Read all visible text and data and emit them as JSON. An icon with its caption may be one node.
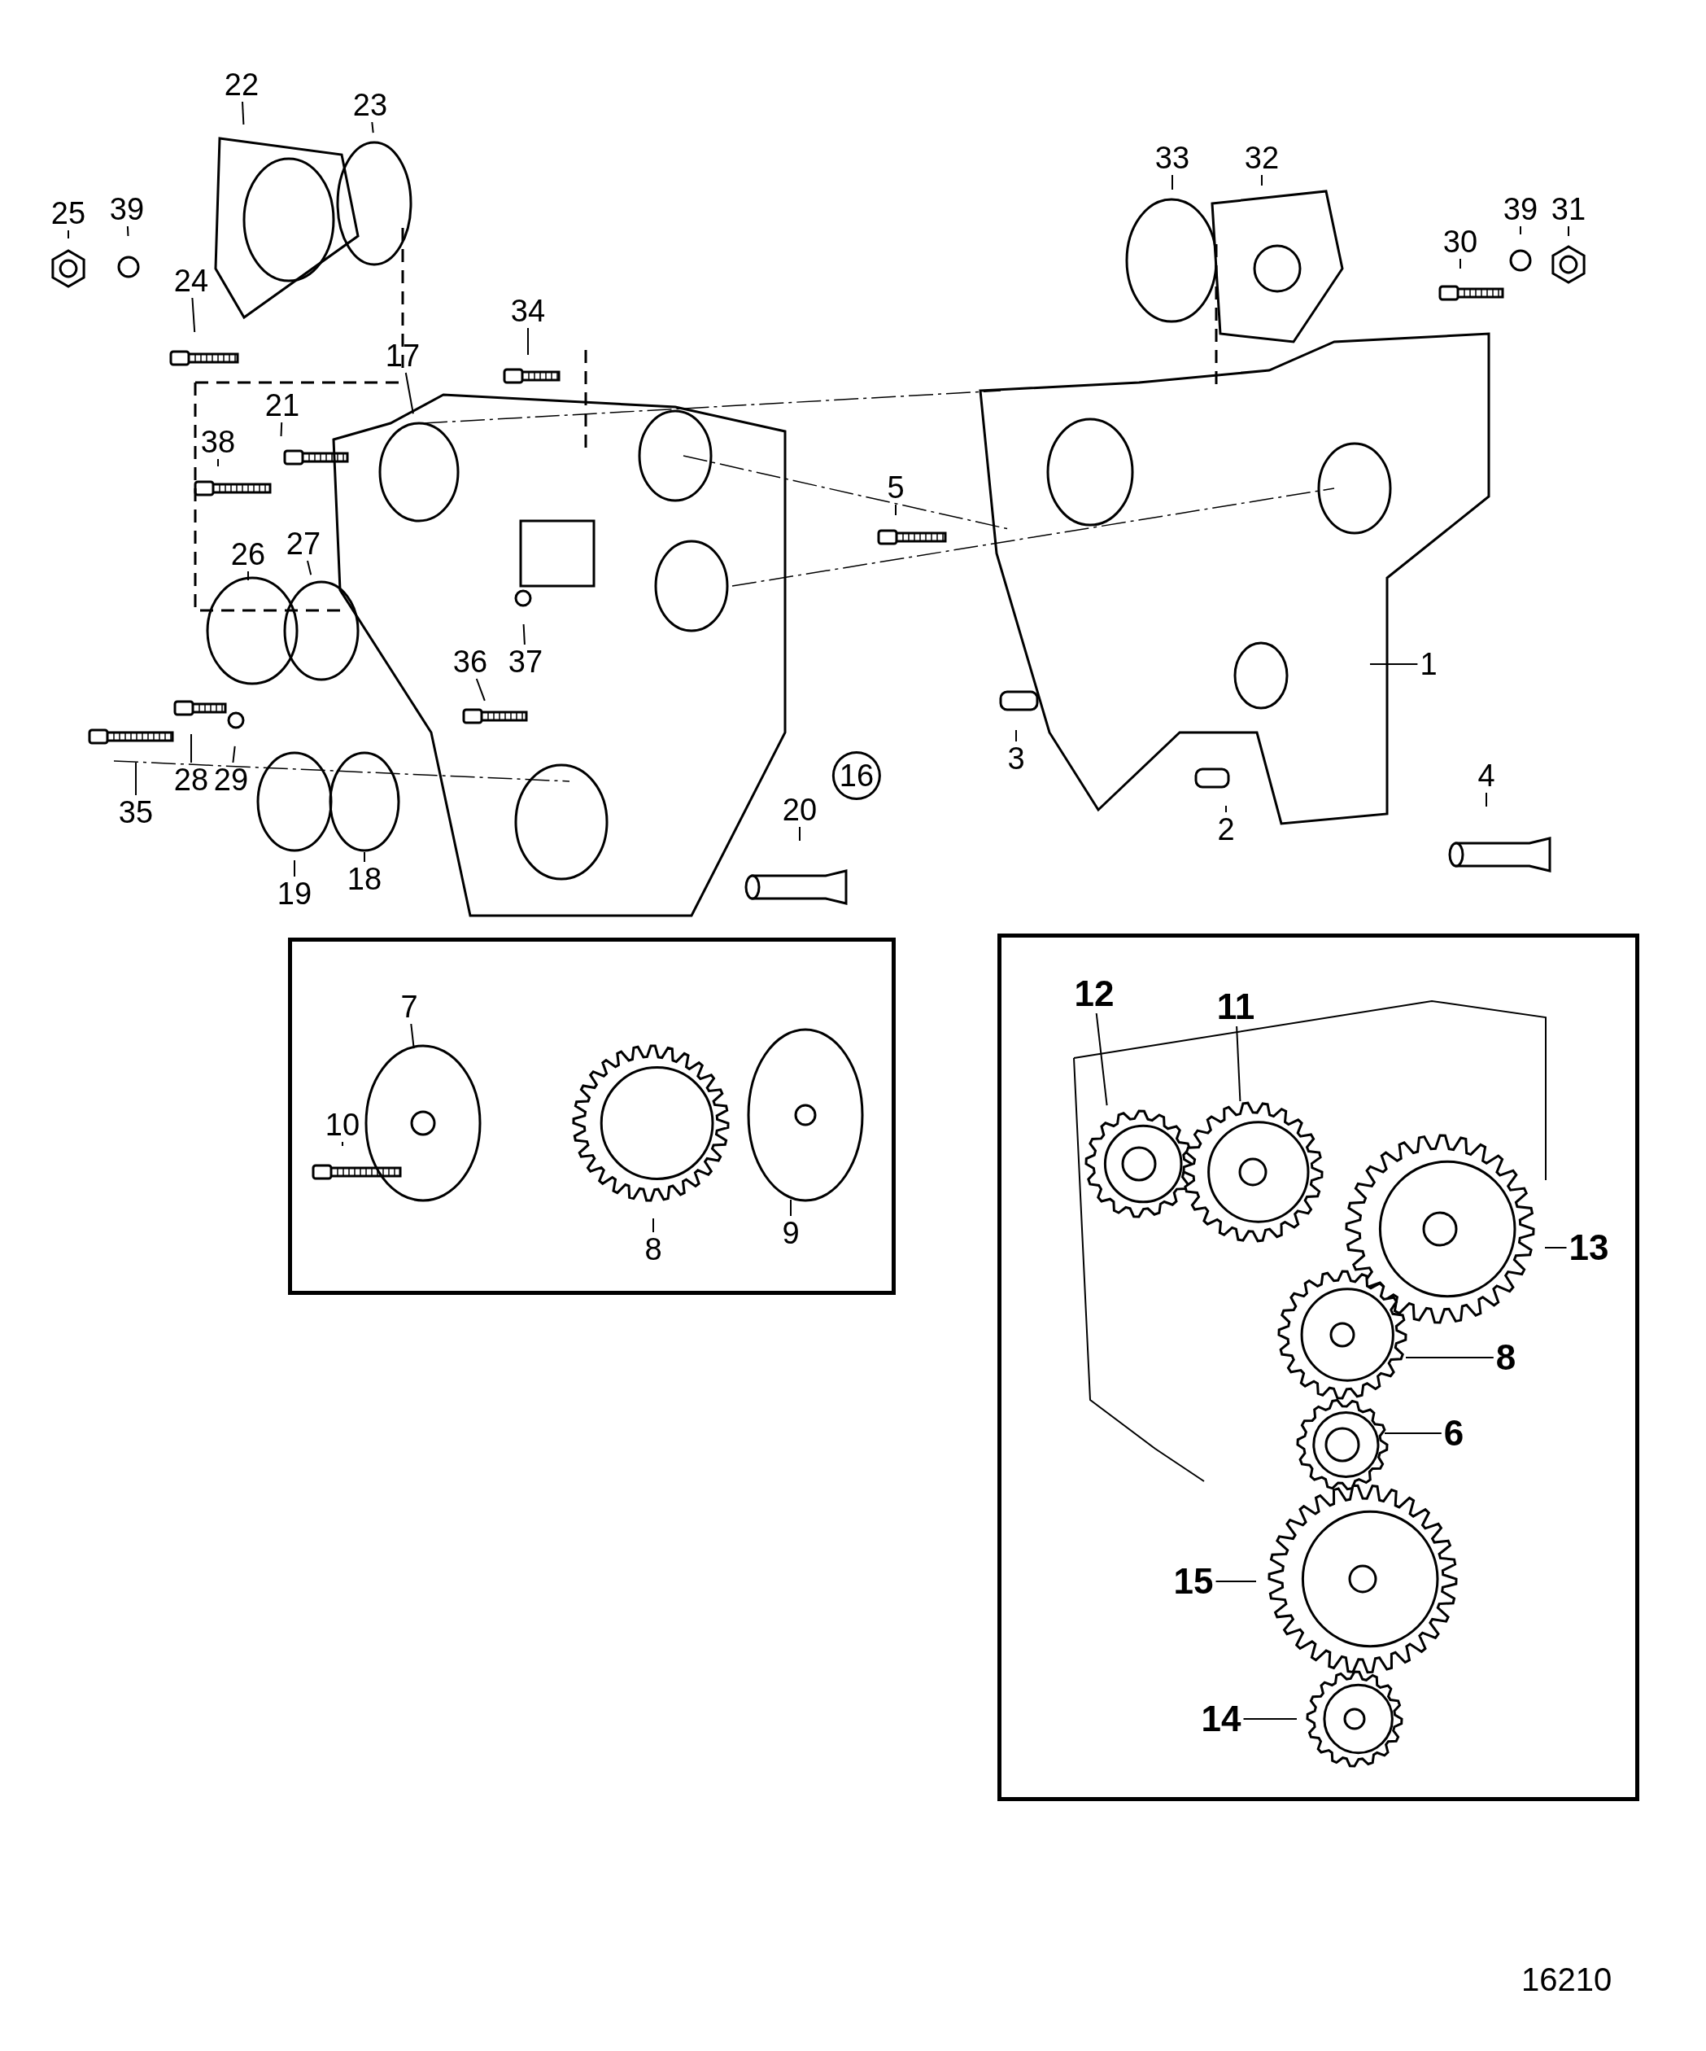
{
  "diagram": {
    "nodes": [
      {
        "text": [
          "22"
        ]
      },
      {
        "text": [
          "23"
        ]
      },
      {
        "text": [
          "33"
        ]
      },
      {
        "text": [
          "32"
        ]
      },
      {
        "text": [
          "25"
        ]
      },
      {
        "text": [
          "39"
        ]
      },
      {
        "text": [
          "39"
        ]
      },
      {
        "text": [
          "31"
        ]
      },
      {
        "text": [
          "30"
        ]
      },
      {
        "text": [
          "24"
        ]
      },
      {
        "text": [
          "34"
        ]
      },
      {
        "text": [
          "17"
        ]
      },
      {
        "text": [
          "21"
        ]
      },
      {
        "text": [
          "38"
        ]
      },
      {
        "text": [
          "5"
        ]
      },
      {
        "text": [
          "26"
        ]
      },
      {
        "text": [
          "27"
        ]
      },
      {
        "text": [
          "36"
        ]
      },
      {
        "text": [
          "37"
        ]
      },
      {
        "text": [
          "1"
        ]
      },
      {
        "text": [
          "3"
        ]
      },
      {
        "text": [
          "35"
        ]
      },
      {
        "text": [
          "28"
        ]
      },
      {
        "text": [
          "29"
        ]
      },
      {
        "text": [
          "16"
        ]
      },
      {
        "text": [
          "20"
        ]
      },
      {
        "text": [
          "2"
        ]
      },
      {
        "text": [
          "4"
        ]
      },
      {
        "text": [
          "19"
        ]
      },
      {
        "text": [
          "18"
        ]
      },
      {
        "text": [],
        "shape": "box"
      },
      {
        "text": [
          "7"
        ],
        "in": 30
      },
      {
        "text": [
          "10"
        ],
        "in": 30
      },
      {
        "text": [
          "8"
        ],
        "in": 30
      },
      {
        "text": [
          "9"
        ],
        "in": 30
      },
      {
        "text": [],
        "shape": "box"
      },
      {
        "text": [
          "12"
        ],
        "in": 35
      },
      {
        "text": [
          "11"
        ],
        "in": 35
      },
      {
        "text": [
          "13"
        ],
        "in": 35
      },
      {
        "text": [
          "8"
        ],
        "in": 35
      },
      {
        "text": [
          "6"
        ],
        "in": 35
      },
      {
        "text": [
          "15"
        ],
        "in": 35
      },
      {
        "text": [
          "14"
        ],
        "in": 35
      }
    ],
    "edges": [
      {
        "from": 0,
        "to": null,
        "arrow": "none"
      },
      {
        "from": 1,
        "to": null,
        "arrow": "none"
      },
      {
        "from": 2,
        "to": null,
        "arrow": "none"
      },
      {
        "from": 3,
        "to": null,
        "arrow": "none"
      },
      {
        "from": 4,
        "to": null,
        "arrow": "none"
      },
      {
        "from": 5,
        "to": null,
        "arrow": "none"
      },
      {
        "from": 6,
        "to": null,
        "arrow": "none"
      },
      {
        "from": 7,
        "to": null,
        "arrow": "none"
      },
      {
        "from": 8,
        "to": null,
        "arrow": "none"
      },
      {
        "from": 9,
        "to": null,
        "arrow": "none"
      },
      {
        "from": 10,
        "to": null,
        "arrow": "none"
      },
      {
        "from": 11,
        "to": null,
        "arrow": "none"
      },
      {
        "from": 12,
        "to": null,
        "arrow": "none"
      },
      {
        "from": 13,
        "to": null,
        "arrow": "none"
      },
      {
        "from": 14,
        "to": null,
        "arrow": "none"
      },
      {
        "from": 15,
        "to": null,
        "arrow": "none"
      },
      {
        "from": 16,
        "to": null,
        "arrow": "none"
      },
      {
        "from": 17,
        "to": null,
        "arrow": "none"
      },
      {
        "from": 18,
        "to": null,
        "arrow": "none"
      },
      {
        "from": 19,
        "to": null,
        "arrow": "none"
      },
      {
        "from": 20,
        "to": null,
        "arrow": "none"
      },
      {
        "from": 21,
        "to": null,
        "arrow": "none"
      },
      {
        "from": 22,
        "to": null,
        "arrow": "none"
      },
      {
        "from": 23,
        "to": null,
        "arrow": "none"
      },
      {
        "from": 25,
        "to": null,
        "arrow": "none"
      },
      {
        "from": 26,
        "to": null,
        "arrow": "none"
      },
      {
        "from": 27,
        "to": null,
        "arrow": "none"
      },
      {
        "from": 28,
        "to": null,
        "arrow": "none"
      },
      {
        "from": 29,
        "to": null,
        "arrow": "none"
      },
      {
        "from": 31,
        "to": null,
        "arrow": "none"
      },
      {
        "from": 32,
        "to": null,
        "arrow": "none"
      },
      {
        "from": 33,
        "to": null,
        "arrow": "none"
      },
      {
        "from": 34,
        "to": null,
        "arrow": "none"
      },
      {
        "from": 36,
        "to": null,
        "arrow": "none"
      },
      {
        "from": 37,
        "to": null,
        "arrow": "none"
      },
      {
        "from": 38,
        "to": null,
        "arrow": "none"
      },
      {
        "from": 39,
        "to": null,
        "arrow": "none"
      },
      {
        "from": 40,
        "to": null,
        "arrow": "none"
      },
      {
        "from": 41,
        "to": null,
        "arrow": "none"
      },
      {
        "from": 42,
        "to": null,
        "arrow": "none"
      }
    ],
    "labels": [
      "16210"
    ]
  }
}
